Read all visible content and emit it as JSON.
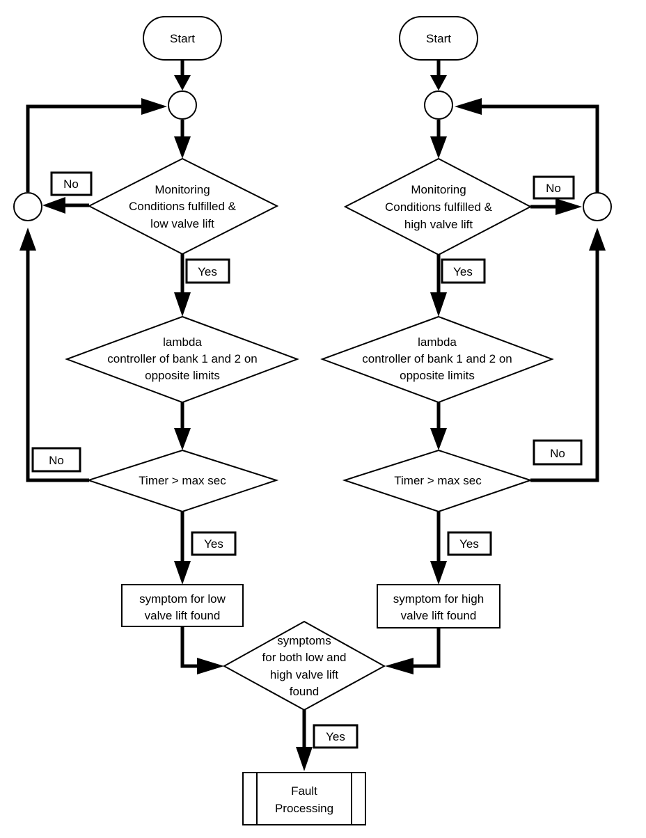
{
  "left_branch": {
    "start": "Start",
    "condition": [
      "Monitoring",
      "Conditions fulfilled &",
      "low valve lift"
    ],
    "condition_no": "No",
    "condition_yes": "Yes",
    "lambda": [
      "lambda",
      "controller of bank 1 and 2 on",
      "opposite limits"
    ],
    "timer": "Timer > max sec",
    "timer_no": "No",
    "timer_yes": "Yes",
    "symptom": [
      "symptom for low",
      "valve lift found"
    ]
  },
  "right_branch": {
    "start": "Start",
    "condition": [
      "Monitoring",
      "Conditions fulfilled &",
      "high valve lift"
    ],
    "condition_no": "No",
    "condition_yes": "Yes",
    "lambda": [
      "lambda",
      "controller of bank 1 and 2 on",
      "opposite limits"
    ],
    "timer": "Timer > max sec",
    "timer_no": "No",
    "timer_yes": "Yes",
    "symptom": [
      "symptom for high",
      "valve lift found"
    ]
  },
  "merge": {
    "decision": [
      "symptoms",
      "for both low and",
      "high valve lift",
      "found"
    ],
    "yes": "Yes"
  },
  "fault": [
    "Fault",
    "Processing"
  ]
}
